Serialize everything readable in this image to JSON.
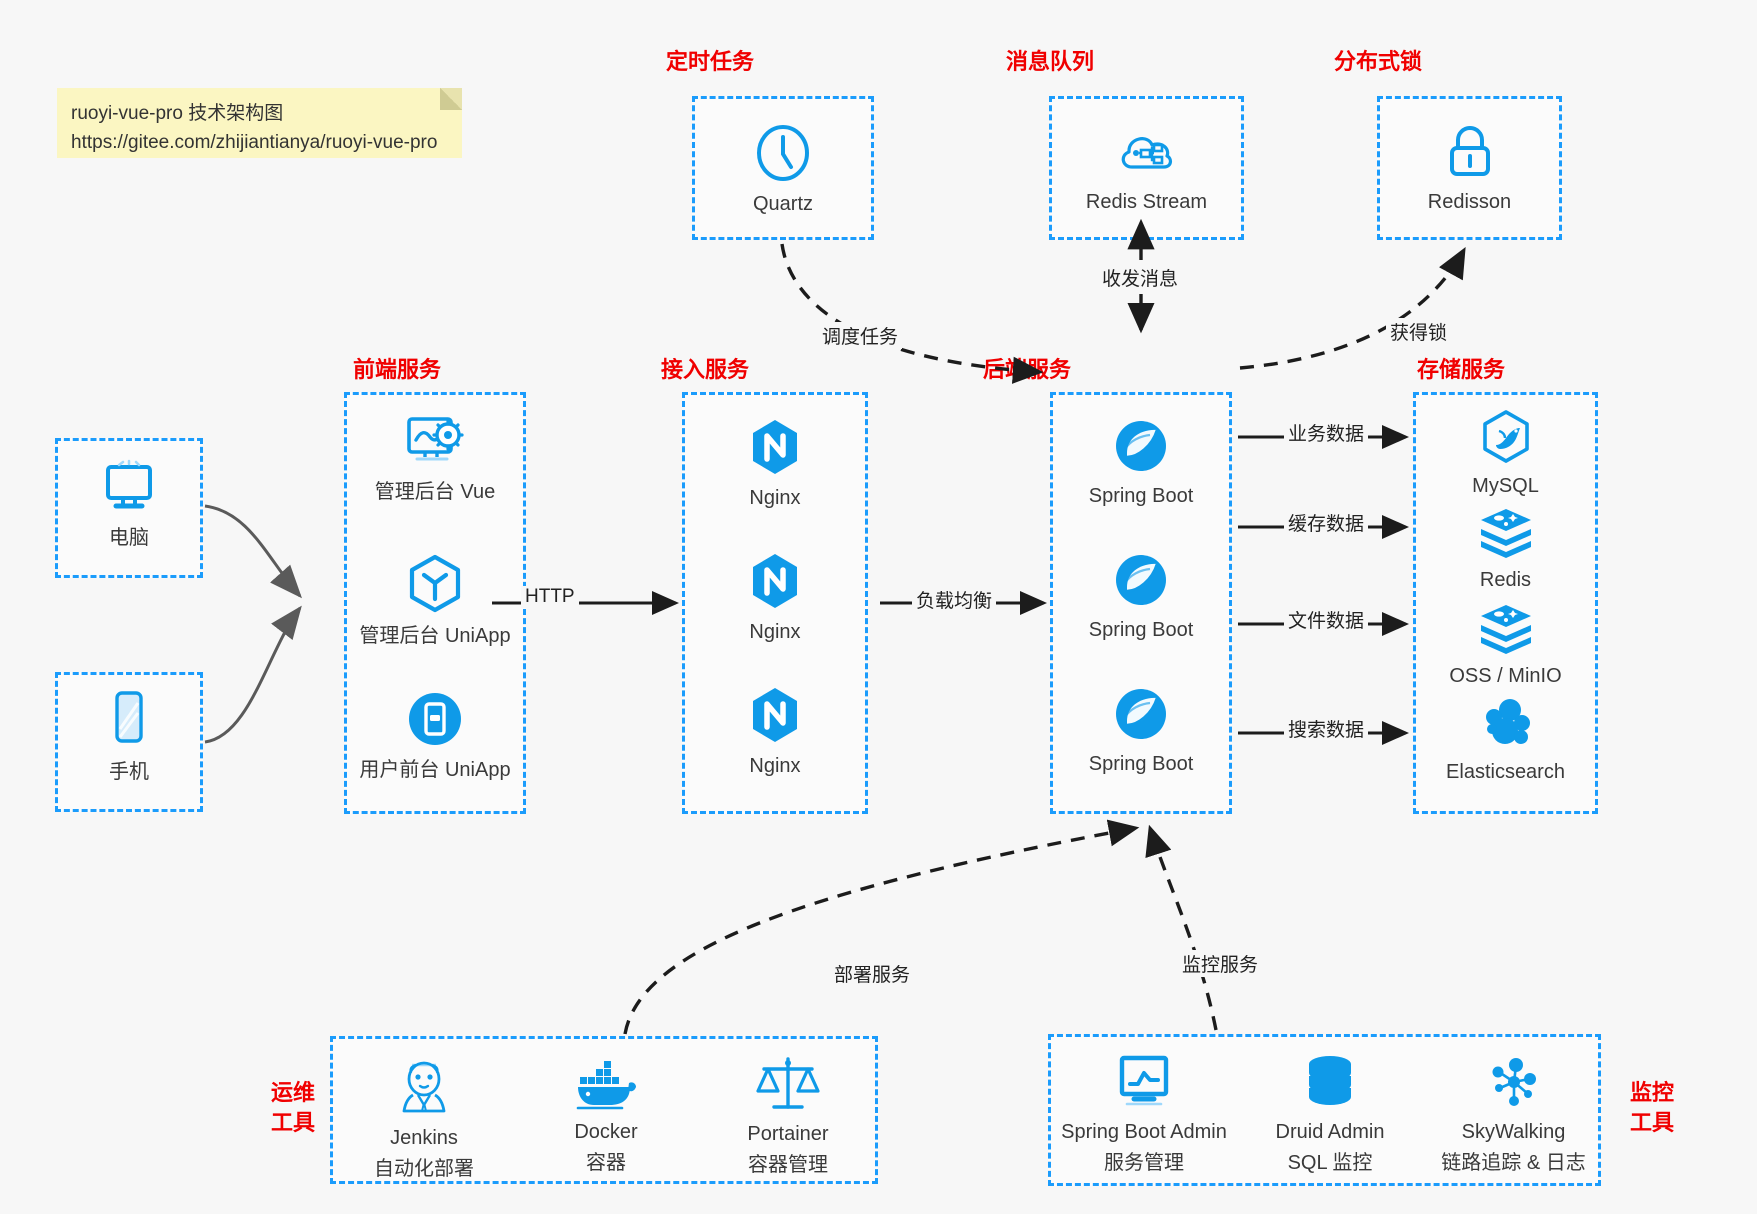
{
  "note": {
    "line1": "ruoyi-vue-pro 技术架构图",
    "line2": "https://gitee.com/zhijiantianya/ruoyi-vue-pro"
  },
  "colors": {
    "accent_blue": "#1b9cfc",
    "icon_blue": "#0f9ae8",
    "title_red": "#f00000",
    "background": "#f7f7f7",
    "arrow_gray": "#3a3a3a"
  },
  "groups": {
    "scheduled_task": {
      "title": "定时任务",
      "items": [
        {
          "label": "Quartz",
          "icon": "clock-icon"
        }
      ]
    },
    "message_queue": {
      "title": "消息队列",
      "items": [
        {
          "label": "Redis Stream",
          "icon": "cloud-stream-icon"
        }
      ]
    },
    "distributed_lock": {
      "title": "分布式锁",
      "items": [
        {
          "label": "Redisson",
          "icon": "lock-icon"
        }
      ]
    },
    "clients": {
      "items": [
        {
          "label": "电脑",
          "icon": "desktop-monitor-icon"
        },
        {
          "label": "手机",
          "icon": "mobile-phone-icon"
        }
      ]
    },
    "frontend": {
      "title": "前端服务",
      "items": [
        {
          "label": "管理后台 Vue",
          "icon": "dashboard-gear-icon"
        },
        {
          "label": "管理后台 UniApp",
          "icon": "uniapp-hexagon-icon"
        },
        {
          "label": "用户前台 UniApp",
          "icon": "app-circle-icon"
        }
      ]
    },
    "gateway": {
      "title": "接入服务",
      "items": [
        {
          "label": "Nginx",
          "icon": "nginx-icon"
        },
        {
          "label": "Nginx",
          "icon": "nginx-icon"
        },
        {
          "label": "Nginx",
          "icon": "nginx-icon"
        }
      ]
    },
    "backend": {
      "title": "后端服务",
      "items": [
        {
          "label": "Spring Boot",
          "icon": "spring-boot-icon"
        },
        {
          "label": "Spring Boot",
          "icon": "spring-boot-icon"
        },
        {
          "label": "Spring Boot",
          "icon": "spring-boot-icon"
        }
      ]
    },
    "storage": {
      "title": "存储服务",
      "items": [
        {
          "label": "MySQL",
          "icon": "mysql-dolphin-icon"
        },
        {
          "label": "Redis",
          "icon": "redis-stack-icon"
        },
        {
          "label": "OSS / MinIO",
          "icon": "object-storage-icon"
        },
        {
          "label": "Elasticsearch",
          "icon": "elasticsearch-icon"
        }
      ]
    },
    "devops": {
      "title_line1": "运维",
      "title_line2": "工具",
      "items": [
        {
          "label": "Jenkins",
          "sublabel": "自动化部署",
          "icon": "jenkins-butler-icon"
        },
        {
          "label": "Docker",
          "sublabel": "容器",
          "icon": "docker-whale-icon"
        },
        {
          "label": "Portainer",
          "sublabel": "容器管理",
          "icon": "portainer-scales-icon"
        }
      ]
    },
    "monitoring": {
      "title_line1": "监控",
      "title_line2": "工具",
      "items": [
        {
          "label": "Spring Boot Admin",
          "sublabel": "服务管理",
          "icon": "monitor-chart-icon"
        },
        {
          "label": "Druid Admin",
          "sublabel": "SQL 监控",
          "icon": "database-cylinder-icon"
        },
        {
          "label": "SkyWalking",
          "sublabel": "链路追踪 & 日志",
          "icon": "skywalking-node-icon"
        }
      ]
    }
  },
  "edges": [
    {
      "id": "http",
      "label": "HTTP"
    },
    {
      "id": "load-balance",
      "label": "负载均衡"
    },
    {
      "id": "schedule-task",
      "label": "调度任务"
    },
    {
      "id": "send-receive-message",
      "label": "收发消息"
    },
    {
      "id": "acquire-lock",
      "label": "获得锁"
    },
    {
      "id": "business-data",
      "label": "业务数据"
    },
    {
      "id": "cache-data",
      "label": "缓存数据"
    },
    {
      "id": "file-data",
      "label": "文件数据"
    },
    {
      "id": "search-data",
      "label": "搜索数据"
    },
    {
      "id": "deploy-service",
      "label": "部署服务"
    },
    {
      "id": "monitor-service",
      "label": "监控服务"
    }
  ]
}
